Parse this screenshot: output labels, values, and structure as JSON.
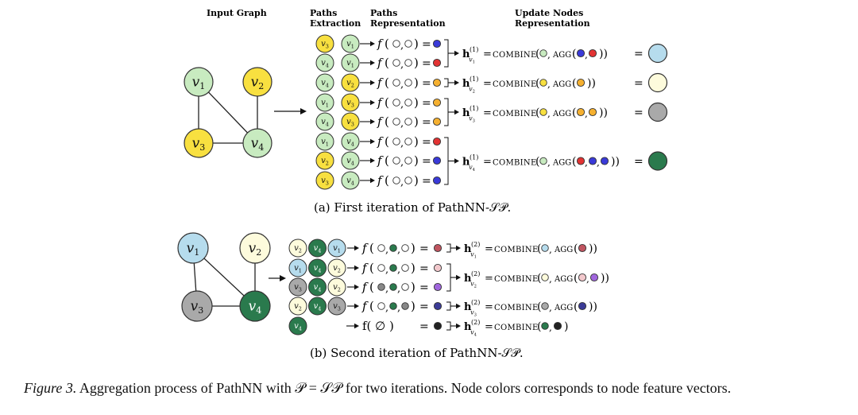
{
  "headers": {
    "input_graph": "Input Graph",
    "paths_extraction": [
      "Paths",
      "Extraction"
    ],
    "paths_representation": [
      "Paths",
      "Representation"
    ],
    "update_nodes": [
      "Update Nodes",
      "Representation"
    ]
  },
  "colors": {
    "green": "#c8ebc0",
    "yellow": "#f8e040",
    "lightblue": "#b6dced",
    "cream": "#fdfbdc",
    "gray": "#a9a9a9",
    "darkgreen": "#2a7a4d",
    "dot_blue": "#3a3ad8",
    "dot_red": "#e23333",
    "dot_orange": "#f5b030",
    "dot_pink": "#f2c8cc",
    "dot_purple": "#a066dd",
    "dot_navy": "#3b3b96",
    "dot_muted_red": "#c05560",
    "dot_gray": "#888888",
    "dot_black": "#222222"
  },
  "graph_a": {
    "nodes": [
      {
        "label": "v1",
        "sub": "1",
        "color": "green"
      },
      {
        "label": "v2",
        "sub": "2",
        "color": "yellow"
      },
      {
        "label": "v3",
        "sub": "3",
        "color": "yellow"
      },
      {
        "label": "v4",
        "sub": "4",
        "color": "green"
      }
    ],
    "edges": [
      [
        0,
        2
      ],
      [
        0,
        3
      ],
      [
        1,
        3
      ],
      [
        2,
        3
      ]
    ]
  },
  "graph_b": {
    "nodes": [
      {
        "label": "v1",
        "sub": "1",
        "color": "lightblue"
      },
      {
        "label": "v2",
        "sub": "2",
        "color": "cream"
      },
      {
        "label": "v3",
        "sub": "3",
        "color": "gray"
      },
      {
        "label": "v4",
        "sub": "4",
        "color": "darkgreen"
      }
    ],
    "edges": [
      [
        0,
        2
      ],
      [
        0,
        3
      ],
      [
        1,
        3
      ],
      [
        2,
        3
      ]
    ]
  },
  "paths_a": [
    {
      "nodes": [
        [
          "3",
          "yellow"
        ],
        [
          "1",
          "green"
        ]
      ],
      "args": [
        "o",
        "o"
      ],
      "dot": "dot_blue"
    },
    {
      "nodes": [
        [
          "4",
          "green"
        ],
        [
          "1",
          "green"
        ]
      ],
      "args": [
        "o",
        "o"
      ],
      "dot": "dot_red"
    },
    {
      "nodes": [
        [
          "4",
          "green"
        ],
        [
          "2",
          "yellow"
        ]
      ],
      "args": [
        "o",
        "o"
      ],
      "dot": "dot_orange"
    },
    {
      "nodes": [
        [
          "1",
          "green"
        ],
        [
          "3",
          "yellow"
        ]
      ],
      "args": [
        "o",
        "o"
      ],
      "dot": "dot_orange"
    },
    {
      "nodes": [
        [
          "4",
          "green"
        ],
        [
          "3",
          "yellow"
        ]
      ],
      "args": [
        "o",
        "o"
      ],
      "dot": "dot_orange"
    },
    {
      "nodes": [
        [
          "1",
          "green"
        ],
        [
          "4",
          "green"
        ]
      ],
      "args": [
        "o",
        "o"
      ],
      "dot": "dot_red"
    },
    {
      "nodes": [
        [
          "2",
          "yellow"
        ],
        [
          "4",
          "green"
        ]
      ],
      "args": [
        "o",
        "o"
      ],
      "dot": "dot_blue"
    },
    {
      "nodes": [
        [
          "3",
          "yellow"
        ],
        [
          "4",
          "green"
        ]
      ],
      "args": [
        "o",
        "o"
      ],
      "dot": "dot_blue"
    }
  ],
  "updates_a": [
    {
      "node": "1",
      "combine_self": "green",
      "agg": [
        "dot_blue",
        "dot_red"
      ],
      "result": "lightblue"
    },
    {
      "node": "2",
      "combine_self": "yellow",
      "agg": [
        "dot_orange"
      ],
      "result": "cream"
    },
    {
      "node": "3",
      "combine_self": "yellow",
      "agg": [
        "dot_orange",
        "dot_orange"
      ],
      "result": "gray"
    },
    {
      "node": "4",
      "combine_self": "green",
      "agg": [
        "dot_red",
        "dot_blue",
        "dot_blue"
      ],
      "result": "darkgreen"
    }
  ],
  "paths_b": [
    {
      "nodes": [
        [
          "2",
          "cream"
        ],
        [
          "4",
          "darkgreen"
        ],
        [
          "1",
          "lightblue"
        ]
      ],
      "dot": "dot_muted_red"
    },
    {
      "nodes": [
        [
          "1",
          "lightblue"
        ],
        [
          "4",
          "darkgreen"
        ],
        [
          "2",
          "cream"
        ]
      ],
      "dot": "dot_pink"
    },
    {
      "nodes": [
        [
          "3",
          "gray"
        ],
        [
          "4",
          "darkgreen"
        ],
        [
          "2",
          "cream"
        ]
      ],
      "dot": "dot_purple"
    },
    {
      "nodes": [
        [
          "2",
          "cream"
        ],
        [
          "4",
          "darkgreen"
        ],
        [
          "3",
          "gray"
        ]
      ],
      "dot": "dot_navy"
    },
    {
      "nodes": [
        [
          "4",
          "darkgreen"
        ]
      ],
      "empty": true,
      "dot": "dot_black"
    }
  ],
  "updates_b": [
    {
      "node": "1",
      "combine_self": "lightblue",
      "agg": [
        "dot_muted_red"
      ]
    },
    {
      "node": "2",
      "combine_self": "cream",
      "agg": [
        "dot_pink",
        "dot_purple"
      ]
    },
    {
      "node": "3",
      "combine_self": "gray",
      "agg": [
        "dot_navy"
      ]
    },
    {
      "node": "4",
      "combine_self": "darkgreen",
      "agg": [
        "dot_black"
      ],
      "no_agg": true
    }
  ],
  "sub_captions": {
    "a": "(a) First iteration of PathNN-𝒮𝒫.",
    "b": "(b) Second iteration of PathNN-𝒮𝒫."
  },
  "caption": {
    "label": "Figure 3.",
    "text": "Aggregation process of PathNN with 𝒫 = 𝒮𝒫 for two iterations. Node colors corresponds to node feature vectors."
  },
  "labels": {
    "combine": "COMBINE",
    "agg": "AGG",
    "equals": "=",
    "f": "f",
    "h": "h",
    "empty_set": "∅"
  }
}
